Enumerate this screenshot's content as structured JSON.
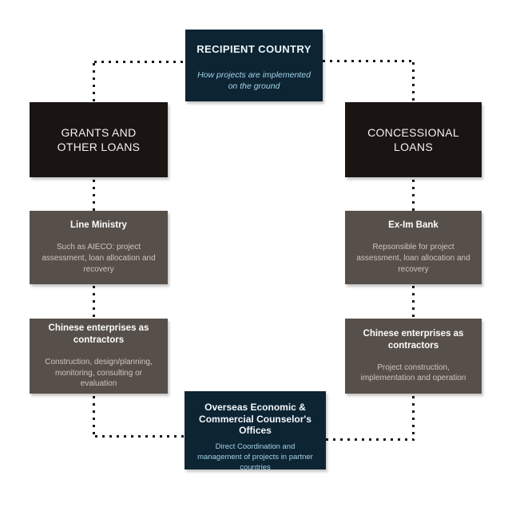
{
  "colors": {
    "navy": "#0d2433",
    "black": "#1a1412",
    "brown": "#57504a",
    "light_blue": "#a3d3e8",
    "body_text": "#cdc5bd",
    "dot": "#161616"
  },
  "nodes": {
    "recipient_country": {
      "title": "RECIPIENT COUNTRY",
      "subtitle": "How projects are implemented on the ground"
    },
    "grants": {
      "title": "GRANTS AND OTHER LOANS"
    },
    "concessional": {
      "title": "CONCESSIONAL LOANS"
    },
    "line_ministry": {
      "title": "Line Ministry",
      "body": "Such as AIECO: project assessment, loan allocation and recovery"
    },
    "exim_bank": {
      "title": "Ex-Im Bank",
      "body": "Repsonsible for project assessment, loan allocation and recovery"
    },
    "contractors_left": {
      "title": "Chinese enterprises as contractors",
      "body": "Construction, design/planning, monitoring, consulting or evaluation"
    },
    "contractors_right": {
      "title": "Chinese enterprises as contractors",
      "body": "Project construction, implementation and operation"
    },
    "counselor_offices": {
      "title": "Overseas Economic & Commercial Counselor's Offices",
      "subtitle": "Direct Coordination and management of projects in partner countries"
    }
  }
}
